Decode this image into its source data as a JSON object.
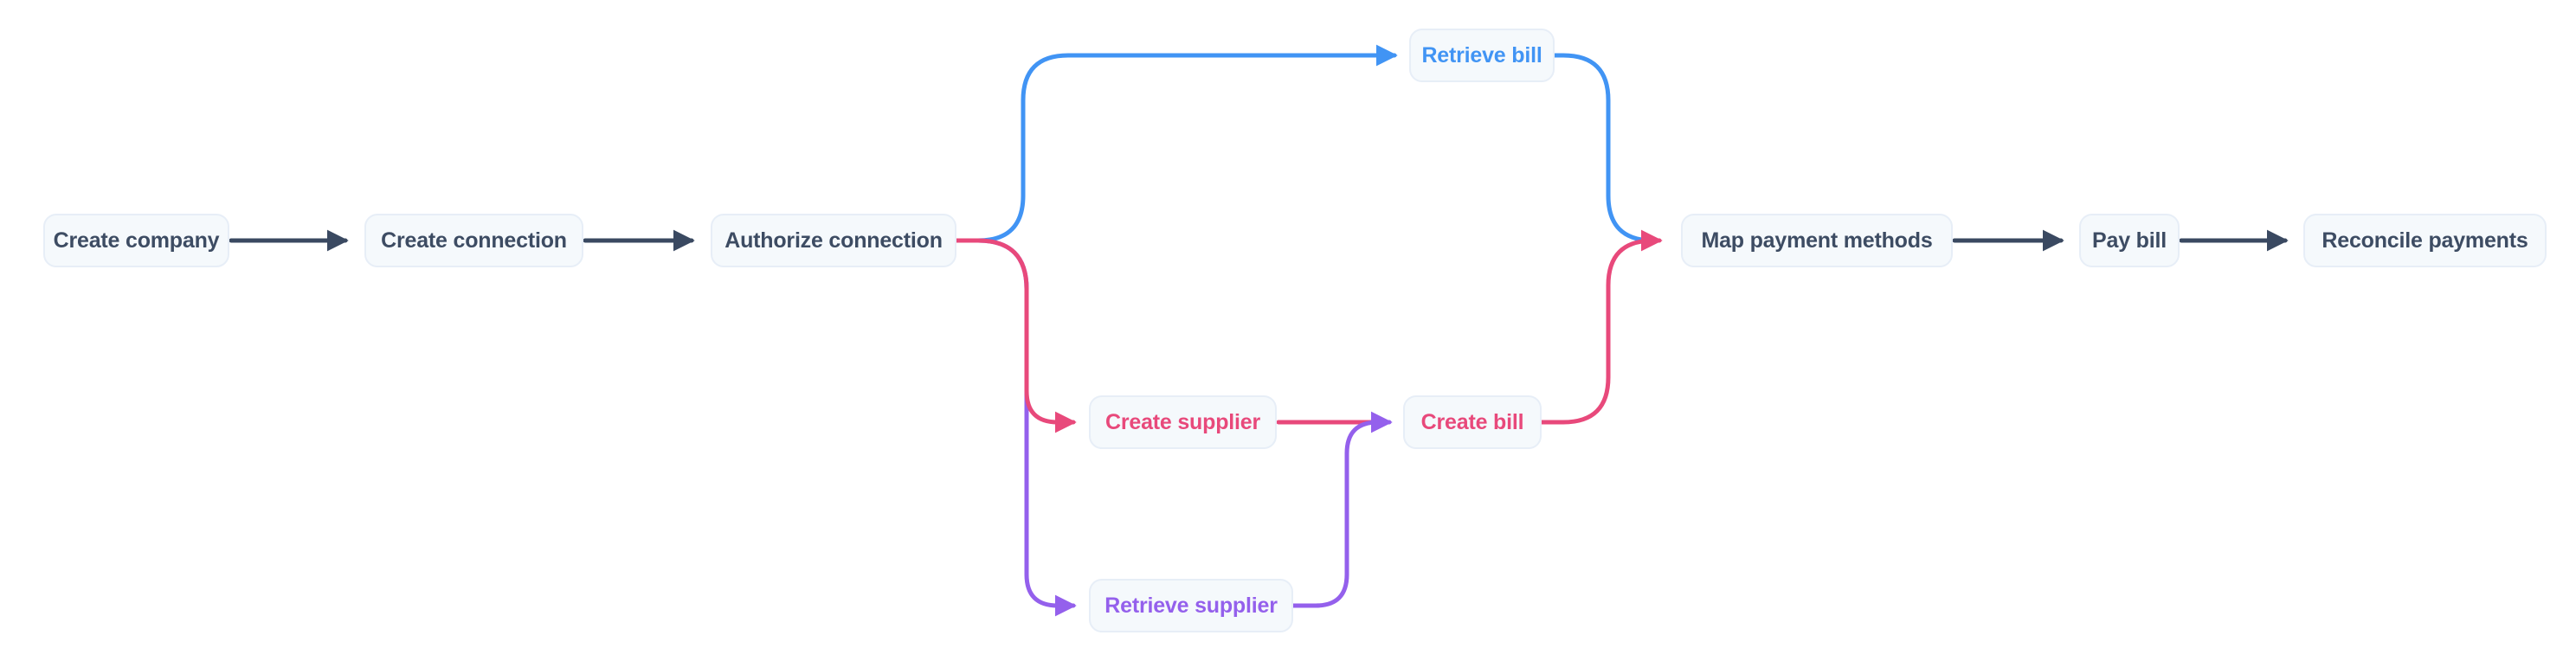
{
  "diagram": {
    "type": "flowchart",
    "nodes": [
      {
        "id": "create-company",
        "label": "Create company",
        "color": "dark"
      },
      {
        "id": "create-connection",
        "label": "Create connection",
        "color": "dark"
      },
      {
        "id": "authorize-connection",
        "label": "Authorize connection",
        "color": "dark"
      },
      {
        "id": "retrieve-bill",
        "label": "Retrieve bill",
        "color": "blue"
      },
      {
        "id": "create-supplier",
        "label": "Create supplier",
        "color": "pink"
      },
      {
        "id": "create-bill",
        "label": "Create bill",
        "color": "pink"
      },
      {
        "id": "retrieve-supplier",
        "label": "Retrieve supplier",
        "color": "purple"
      },
      {
        "id": "map-payment-methods",
        "label": "Map payment methods",
        "color": "dark"
      },
      {
        "id": "pay-bill",
        "label": "Pay bill",
        "color": "dark"
      },
      {
        "id": "reconcile-payments",
        "label": "Reconcile payments",
        "color": "dark"
      }
    ],
    "edges": [
      {
        "from": "create-company",
        "to": "create-connection",
        "color": "dark"
      },
      {
        "from": "create-connection",
        "to": "authorize-connection",
        "color": "dark"
      },
      {
        "from": "authorize-connection",
        "to": "retrieve-bill",
        "color": "blue"
      },
      {
        "from": "authorize-connection",
        "to": "create-supplier",
        "color": "pink"
      },
      {
        "from": "authorize-connection",
        "to": "retrieve-supplier",
        "color": "purple"
      },
      {
        "from": "create-supplier",
        "to": "create-bill",
        "color": "pink"
      },
      {
        "from": "retrieve-supplier",
        "to": "create-bill",
        "color": "purple"
      },
      {
        "from": "retrieve-bill",
        "to": "map-payment-methods",
        "color": "blue"
      },
      {
        "from": "create-bill",
        "to": "map-payment-methods",
        "color": "pink"
      },
      {
        "from": "map-payment-methods",
        "to": "pay-bill",
        "color": "dark"
      },
      {
        "from": "pay-bill",
        "to": "reconcile-payments",
        "color": "dark"
      }
    ]
  },
  "colors": {
    "dark": "#3a4961",
    "blue": "#4194f4",
    "pink": "#e8497b",
    "purple": "#9460ec",
    "node_background": "#f5f9fc",
    "node_border": "#e7eef7",
    "canvas_background": "#ffffff"
  }
}
